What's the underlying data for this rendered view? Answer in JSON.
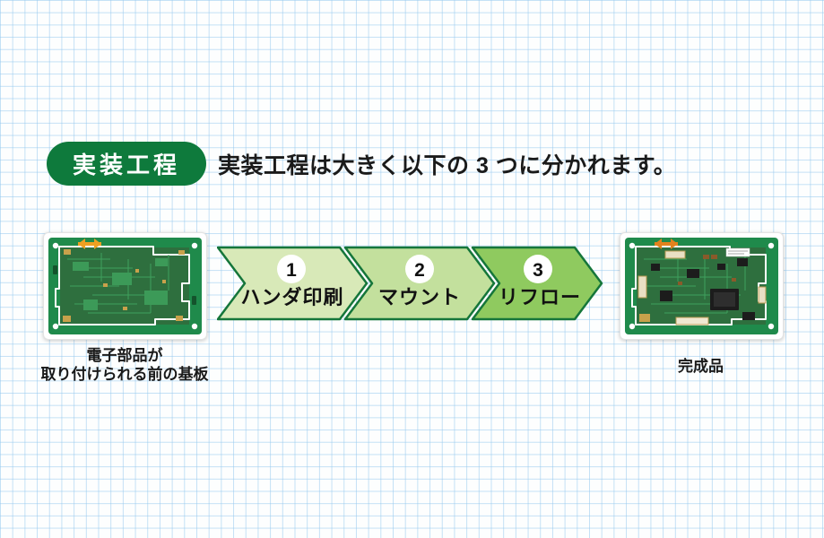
{
  "page": {
    "background_color": "#fdfefe",
    "grid_line_color": "#cde4f6"
  },
  "header": {
    "badge_label": "実装工程",
    "badge_bg": "#0e7a3c",
    "badge_text_color": "#ffffff",
    "headline": "実装工程は大きく以下の 3 つに分かれます。"
  },
  "process": {
    "border_color": "#15763a",
    "number_circle_color": "#ffffff",
    "steps": [
      {
        "number": "1",
        "label": "ハンダ印刷",
        "fill": "#d8e9b8"
      },
      {
        "number": "2",
        "label": "マウント",
        "fill": "#c3e09d"
      },
      {
        "number": "3",
        "label": "リフロー",
        "fill": "#8fca5f"
      }
    ]
  },
  "boards": {
    "before": {
      "caption_line1": "電子部品が",
      "caption_line2": "取り付けられる前の基板"
    },
    "after": {
      "caption": "完成品"
    },
    "pcb_green": "#1f8a4b",
    "pcb_inner_green": "#2e6f3e",
    "arrow_orange": "#eda022"
  }
}
